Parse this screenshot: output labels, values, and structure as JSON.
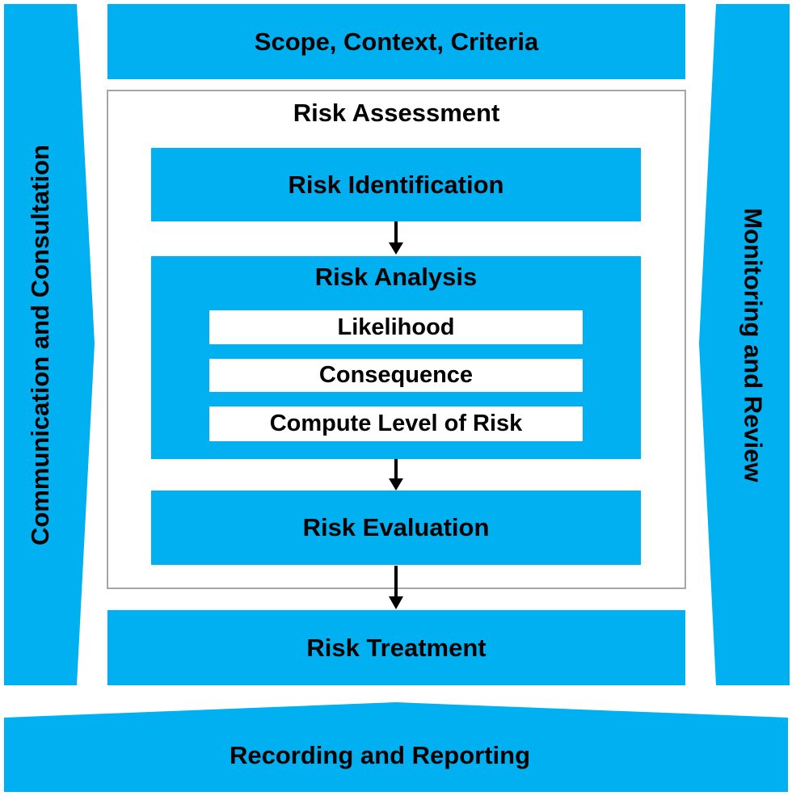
{
  "colors": {
    "accent": "#00b0f0",
    "frame": "#a6a6a6",
    "text": "#000000"
  },
  "scope": "Scope, Context, Criteria",
  "assessment": {
    "title": "Risk Assessment",
    "identification": "Risk Identification",
    "analysis": {
      "title": "Risk Analysis",
      "items": [
        "Likelihood",
        "Consequence",
        "Compute Level of Risk"
      ]
    },
    "evaluation": "Risk Evaluation"
  },
  "treatment": "Risk Treatment",
  "communication": "Communication and Consultation",
  "monitoring": "Monitoring and Review",
  "recording": "Recording and Reporting"
}
